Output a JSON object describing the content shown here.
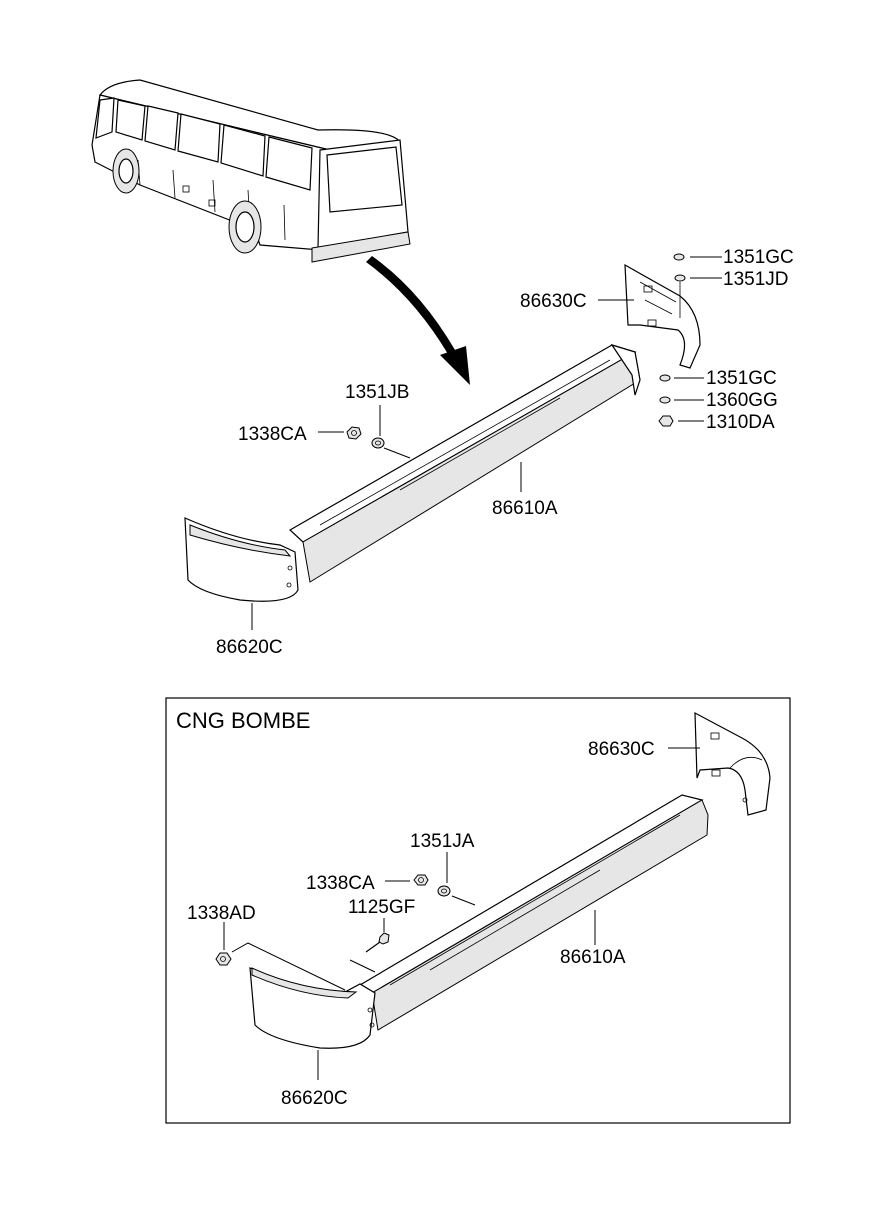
{
  "upper": {
    "labels": {
      "l1351gc_top": "1351GC",
      "l1351jd": "1351JD",
      "l86630c": "86630C",
      "l1351gc_bot": "1351GC",
      "l1360gg": "1360GG",
      "l1310da": "1310DA",
      "l1351jb": "1351JB",
      "l1338ca": "1338CA",
      "l86610a": "86610A",
      "l86620c": "86620C"
    }
  },
  "cng": {
    "title": "CNG BOMBE",
    "labels": {
      "l86630c": "86630C",
      "l1351ja": "1351JA",
      "l1338ca": "1338CA",
      "l1125gf": "1125GF",
      "l1338ad": "1338AD",
      "l86610a": "86610A",
      "l86620c": "86620C"
    }
  }
}
